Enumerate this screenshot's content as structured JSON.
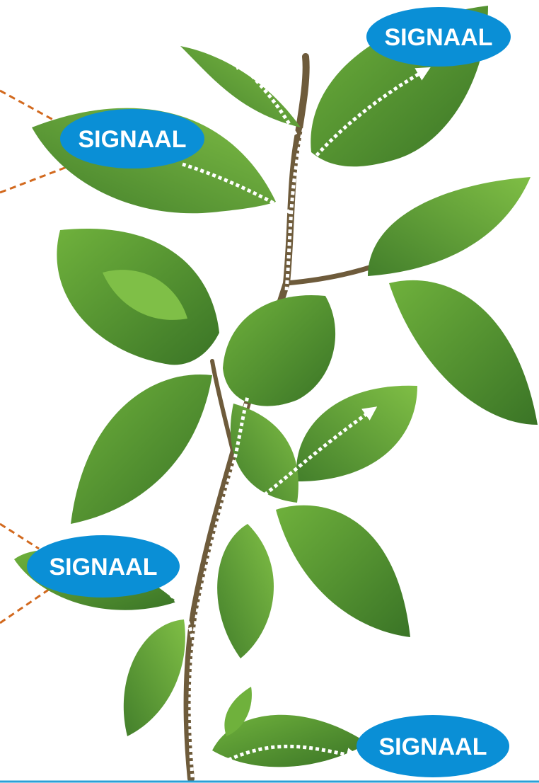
{
  "colors": {
    "leaf_dark": "#3f7d2a",
    "leaf_mid": "#5a9e34",
    "leaf_light": "#8cc63f",
    "stem": "#6b5a3a",
    "signal_fill": "#0a8fd6",
    "signal_text": "#ffffff",
    "signal_path": "#ffffff",
    "pointer_line": "#d2691e",
    "baseline": "#2a9fd6"
  },
  "icons": {
    "plant": "plant-branch-icon",
    "signal": "signal-ellipse-badge",
    "path": "dotted-arrow-path"
  },
  "signals": [
    {
      "label": "SIGNAAL"
    },
    {
      "label": "SIGNAAL"
    },
    {
      "label": "SIGNAAL"
    },
    {
      "label": "SIGNAAL"
    }
  ]
}
